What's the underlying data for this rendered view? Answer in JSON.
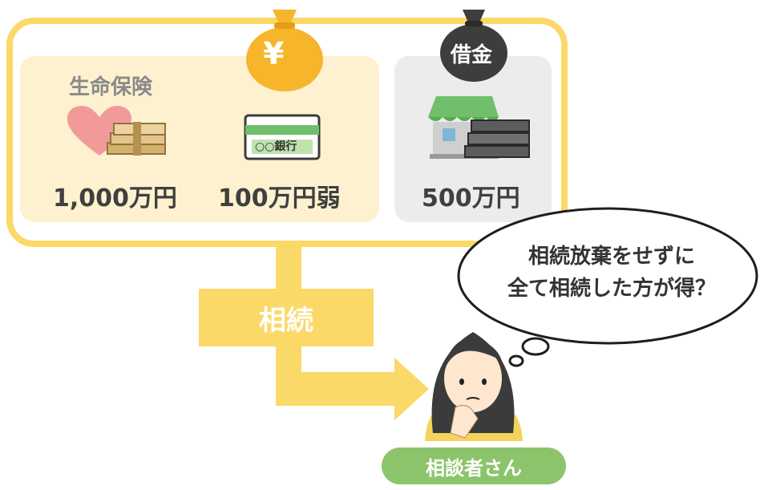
{
  "assets": {
    "insurance_label": "生命保険",
    "insurance_amount": "1,000万円",
    "bank_amount": "100万円弱",
    "bank_card_text": "○○銀行",
    "money_bag_symbol": "¥"
  },
  "debt": {
    "bag_label": "借金",
    "amount": "500万円"
  },
  "flow": {
    "arrow_label": "相続"
  },
  "thought": {
    "line1": "相続放棄をせずに",
    "line2": "全て相続した方が得？"
  },
  "person": {
    "badge_label": "相談者さん"
  },
  "colors": {
    "accent_yellow": "#fbd968",
    "assets_bg": "#fdf1cf",
    "debt_bg": "#ececec",
    "badge_green": "#8cc46c",
    "money_bag_orange": "#f7b52c",
    "debt_bag_dark": "#3d3d3d"
  },
  "icons": [
    "heart-icon",
    "cash-stack-icon",
    "bankbook-icon",
    "money-bag-icon",
    "store-icon",
    "debt-bag-icon",
    "thought-bubble-icon",
    "person-thinking-icon"
  ]
}
